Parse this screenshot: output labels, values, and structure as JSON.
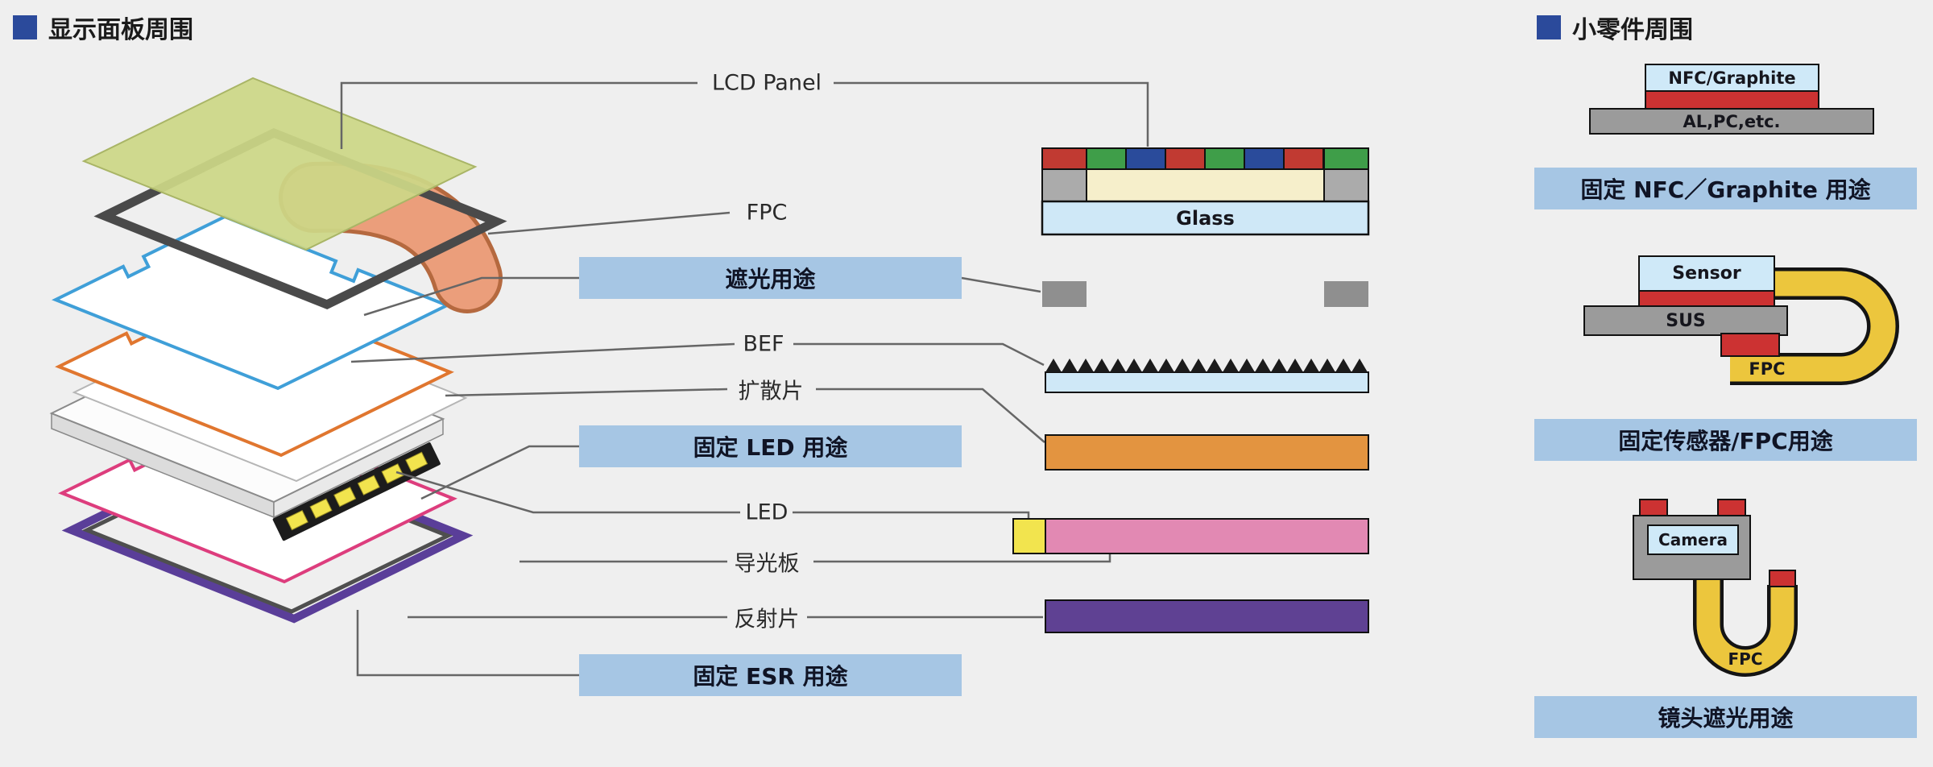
{
  "headers": {
    "left": "显示面板周围",
    "right": "小零件周围"
  },
  "panel_labels": {
    "lcd_panel": "LCD Panel",
    "fpc": "FPC",
    "bef": "BEF",
    "diffuser": "扩散片",
    "led": "LED",
    "light_guide": "导光板",
    "reflector": "反射片"
  },
  "usage_tags": {
    "shading": "遮光用途",
    "fix_led": "固定 LED 用途",
    "fix_esr": "固定 ESR 用途",
    "fix_nfc": "固定 NFC／Graphite 用途",
    "fix_sensor": "固定传感器/FPC用途",
    "lens_shading": "镜头遮光用途"
  },
  "cross_section": {
    "glass": "Glass"
  },
  "small_parts": {
    "nfc": {
      "top": "NFC/Graphite",
      "base": "AL,PC,etc."
    },
    "sensor": {
      "sensor": "Sensor",
      "sus": "SUS",
      "fpc": "FPC"
    },
    "camera": {
      "camera": "Camera",
      "fpc": "FPC"
    }
  },
  "colors": {
    "background": "#efefef",
    "header_square": "#2b4a9b",
    "tag_bg": "#a6c6e4",
    "red": "#cc3232",
    "light_blue_part": "#cfe9f8",
    "gray_part": "#9b9b9b",
    "yellow_fpc": "#ecc63d",
    "green_sheet": "#ccd786",
    "blue_sheet_outline": "#3f9fd8",
    "orange_sheet_outline": "#e0762f",
    "pink_sheet_outline": "#dd3d7d",
    "diffuser_bar": "#e39440",
    "light_guide_bar": "#e289b3",
    "led_chip": "#f2e44e",
    "reflector_bar": "#5f4193",
    "bezel": "#4a4a4a",
    "esr_frame": "#5a3e99",
    "fpc_ribbon": "#eb9e7b"
  }
}
